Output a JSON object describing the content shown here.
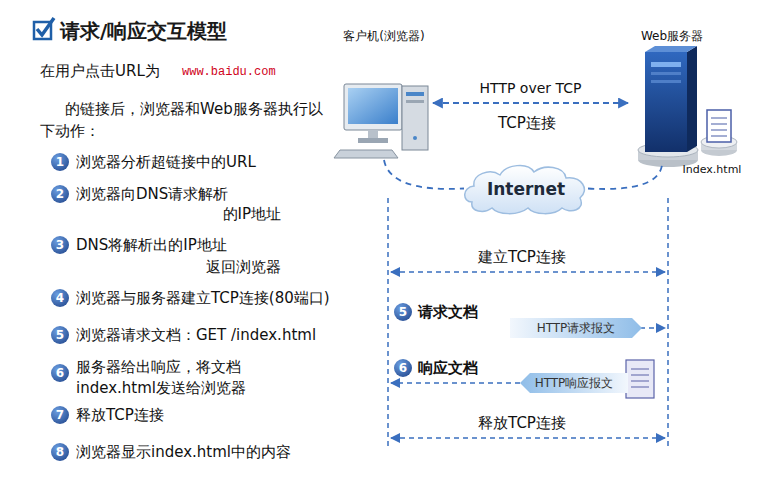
{
  "diagram": {
    "title": "请求/响应交互模型",
    "nodes": [
      {
        "text": [
          "客户机(浏览器)"
        ]
      },
      {
        "text": [
          "Web服务器"
        ]
      },
      {
        "text": [
          "Internet"
        ]
      },
      {
        "text": [
          "HTTP请求报文"
        ]
      },
      {
        "text": [
          "HTTP响应报文"
        ]
      }
    ],
    "edges": [
      {
        "from": 0,
        "to": 1,
        "label": "HTTP over TCP",
        "arrow": "both"
      },
      {
        "from": 0,
        "to": 2,
        "arrow": "none"
      },
      {
        "from": 2,
        "to": 1,
        "arrow": "none"
      }
    ],
    "labels": [
      "在用户点击URL为",
      "www.baidu.com",
      "的链接后，浏览器和Web服务器执行以下动作：",
      "1",
      "浏览器分析超链接中的URL",
      "2",
      "浏览器向DNS请求解析 的IP地址",
      "3",
      "DNS将解析出的IP地址 返回浏览器",
      "4",
      "浏览器与服务器建立TCP连接(80端口)",
      "5",
      "浏览器请求文档：GET /index.html",
      "6",
      "服务器给出响应，将文档 index.html发送给浏览器",
      "7",
      "释放TCP连接",
      "8",
      "浏览器显示index.html中的内容",
      "TCP连接",
      "Index.html",
      "建立TCP连接",
      "5",
      "请求文档",
      "6",
      "响应文档",
      "释放TCP连接"
    ]
  }
}
